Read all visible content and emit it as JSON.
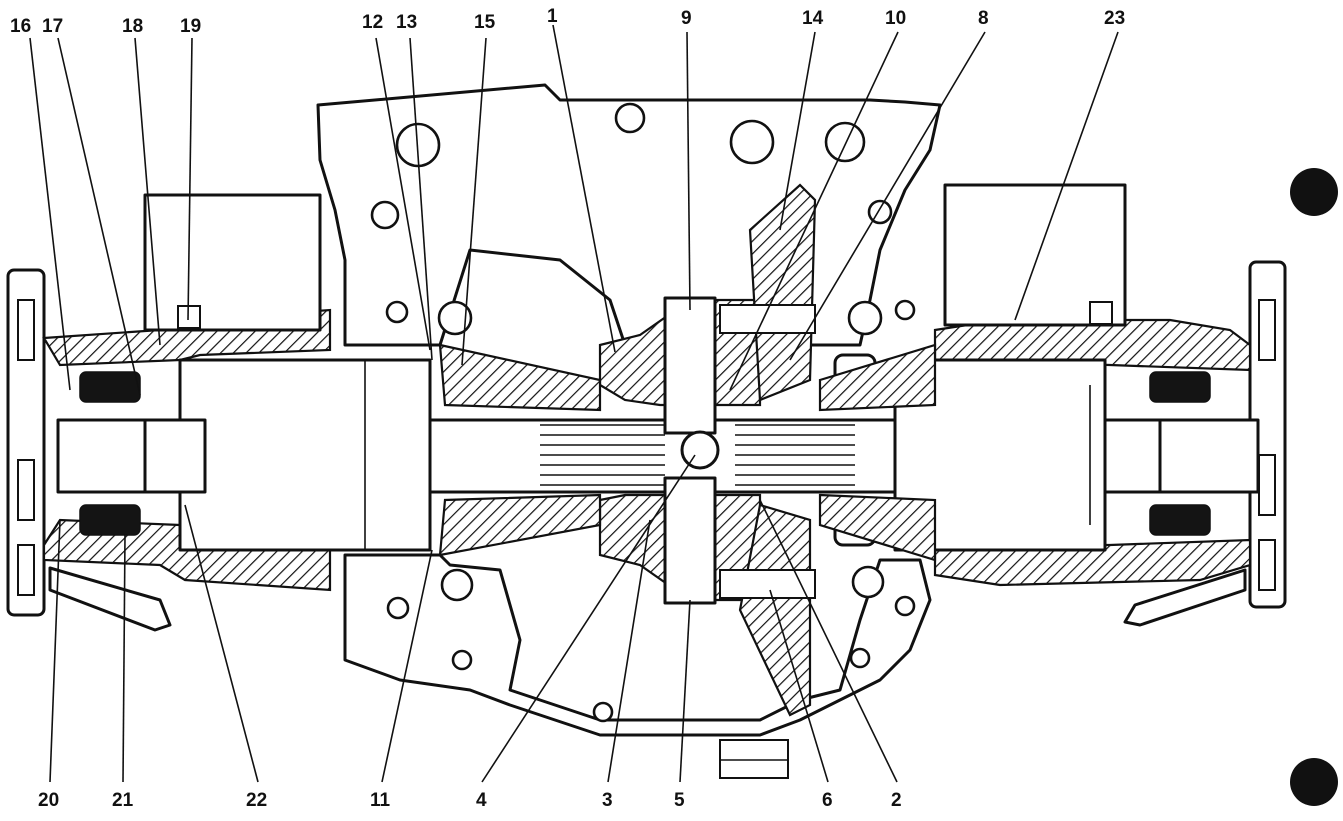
{
  "diagram": {
    "callouts": {
      "c16": "16",
      "c17": "17",
      "c18": "18",
      "c19": "19",
      "c12": "12",
      "c13": "13",
      "c15": "15",
      "c1": "1",
      "c9": "9",
      "c14": "14",
      "c10": "10",
      "c8": "8",
      "c23": "23",
      "c20": "20",
      "c21": "21",
      "c22": "22",
      "c11": "11",
      "c4": "4",
      "c3": "3",
      "c5": "5",
      "c6": "6",
      "c2": "2"
    }
  },
  "colors": {
    "ink": "#111111",
    "paper": "#ffffff"
  },
  "icons": {
    "margin_marks": "filled-circle"
  }
}
